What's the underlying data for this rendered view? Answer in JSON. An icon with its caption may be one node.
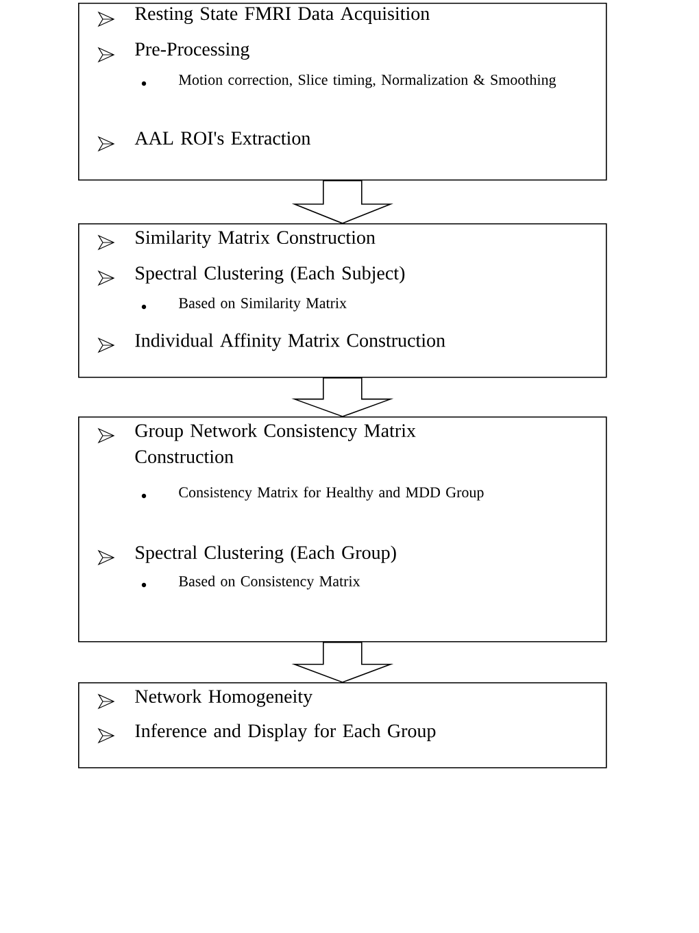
{
  "diagram": {
    "nodes": [
      {
        "text": [
          "Resting State FMRI Data Acquisition",
          "Pre-Processing",
          "Motion correction, Slice timing, Normalization & Smoothing",
          "AAL ROI's Extraction"
        ]
      },
      {
        "text": [
          "Similarity Matrix Construction",
          "Spectral Clustering (Each Subject)",
          "Based on Similarity Matrix",
          "Individual Affinity Matrix Construction"
        ]
      },
      {
        "text": [
          "Group Network Consistency Matrix Construction",
          "Consistency Matrix for Healthy and MDD Group",
          "Spectral Clustering (Each Group)",
          "Based on Consistency Matrix"
        ]
      },
      {
        "text": [
          "Network Homogeneity",
          "Inference and Display for Each Group"
        ]
      }
    ],
    "edges": [
      {
        "from": 0,
        "to": 1,
        "arrow": "to"
      },
      {
        "from": 1,
        "to": 2,
        "arrow": "to"
      },
      {
        "from": 2,
        "to": 3,
        "arrow": "to"
      }
    ]
  }
}
